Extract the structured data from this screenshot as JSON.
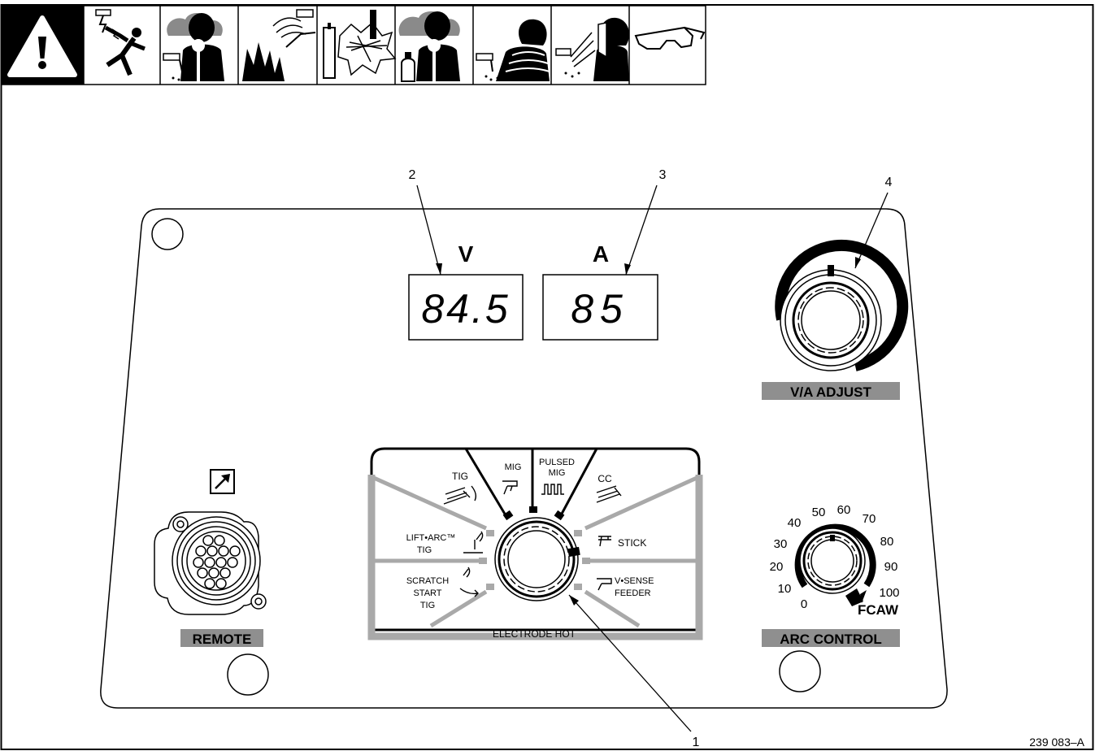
{
  "icons": [
    "warning-triangle-icon",
    "electric-shock-icon",
    "fumes-icon",
    "fire-spatter-icon",
    "cylinder-explosion-icon",
    "gas-cylinder-fumes-icon",
    "emf-icon",
    "arc-rays-icon",
    "safety-glasses-icon"
  ],
  "callouts": {
    "one": "1",
    "two": "2",
    "three": "3",
    "four": "4"
  },
  "meters": {
    "volt_label": "V",
    "volt_value": "84.5",
    "amp_label": "A",
    "amp_value": "85"
  },
  "controls": {
    "va_adjust": "V/A ADJUST",
    "remote": "REMOTE",
    "arc_control": "ARC CONTROL",
    "electrode_hot": "ELECTRODE HOT"
  },
  "process": {
    "tig": "TIG",
    "mig": "MIG",
    "pulsed_1": "PULSED",
    "pulsed_2": "MIG",
    "cc": "CC",
    "lift_1": "LIFT•ARC™",
    "lift_2": "TIG",
    "stick": "STICK",
    "scratch_1": "SCRATCH",
    "scratch_2": "START",
    "scratch_3": "TIG",
    "vsense_1": "V•SENSE",
    "vsense_2": "FEEDER"
  },
  "arc_scale": {
    "ticks": [
      "0",
      "10",
      "20",
      "30",
      "40",
      "50",
      "60",
      "70",
      "80",
      "90",
      "100"
    ],
    "end_label": "FCAW"
  },
  "figure_id": "239 083–A",
  "colors": {
    "panel_gray": "#a9a9a9",
    "label_bar": "#8f8f8f"
  }
}
